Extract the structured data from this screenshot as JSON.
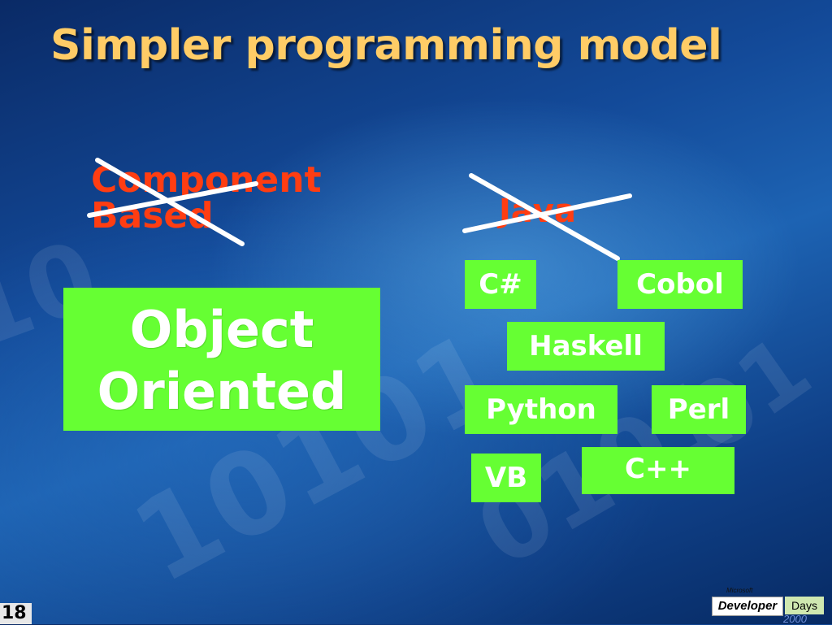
{
  "slide": {
    "title": "Simpler programming model",
    "crossed_out": {
      "component_based": "Component\nBased",
      "java": "Java"
    },
    "object_oriented": "Object\nOriented",
    "languages": [
      "C#",
      "Cobol",
      "Haskell",
      "Python",
      "Perl",
      "VB",
      "C++"
    ],
    "slide_number": "18"
  },
  "logo": {
    "maker": "Microsoft",
    "product": "Developer",
    "suffix": "Days",
    "year": "2000"
  },
  "colors": {
    "title": "#ffcc66",
    "crossed_text": "#ff3d12",
    "box_fill": "#66ff33",
    "box_text": "#ffffff",
    "cross_line": "#ffffff"
  }
}
